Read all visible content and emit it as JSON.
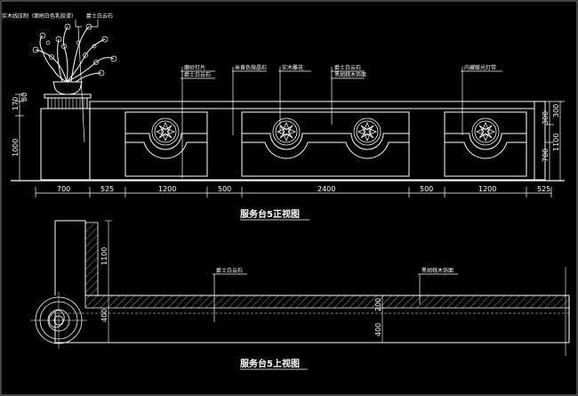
{
  "front_view": {
    "title": "服务台5正视图",
    "labels": {
      "wood_molding": "实木线压制（面刷白色乳胶漆）",
      "stone_top_left": "爵士白云石",
      "frosted_glass": "磨砂灯片",
      "stone_mid": "爵士白云石",
      "rice_paint": "米黄色微晶石",
      "wood_carving": "实木雕花",
      "stone_right": "爵士白云石",
      "walnut": "黑胡桃木饰面",
      "hidden_light": "内藏暖光灯带"
    },
    "dims_bottom": [
      "700",
      "525",
      "1200",
      "500",
      "2400",
      "500",
      "1200",
      "525"
    ],
    "dims_left": [
      "170",
      "80",
      "1000"
    ],
    "dims_right": [
      "300",
      "300",
      "700",
      "1100"
    ]
  },
  "top_view": {
    "title": "服务台5上视图",
    "labels": {
      "stone": "爵士白云石",
      "walnut": "黑胡桃木饰面"
    },
    "dims": [
      "1100",
      "400",
      "200",
      "400"
    ]
  }
}
